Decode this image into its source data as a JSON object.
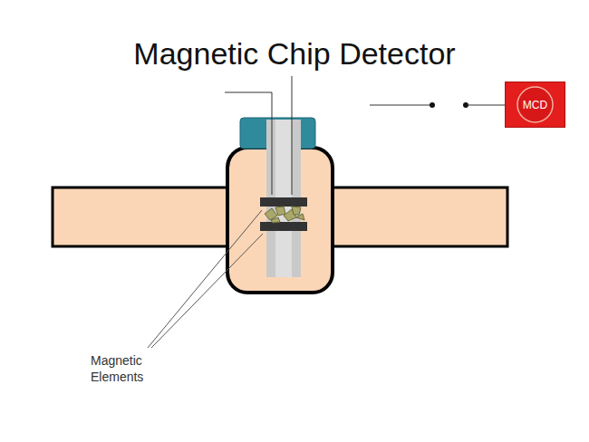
{
  "diagram": {
    "title": "Magnetic Chip Detector",
    "nodes": [
      {
        "text": [
          "MCD"
        ]
      }
    ],
    "labels": [
      "Magnetic Elements"
    ]
  }
}
